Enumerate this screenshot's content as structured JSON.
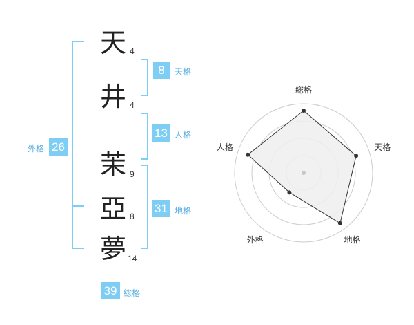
{
  "name": {
    "chars": [
      "天",
      "井",
      "茉",
      "亞",
      "夢"
    ],
    "strokes": [
      "4",
      "4",
      "9",
      "8",
      "14"
    ]
  },
  "kaku": {
    "tenkaku": {
      "value": "8",
      "label": "天格"
    },
    "jinkaku": {
      "value": "13",
      "label": "人格"
    },
    "chikaku": {
      "value": "31",
      "label": "地格"
    },
    "gaikaku": {
      "value": "26",
      "label": "外格"
    },
    "soukaku": {
      "value": "39",
      "label": "総格"
    }
  },
  "chart_data": {
    "type": "radar",
    "axes": [
      "総格",
      "天格",
      "地格",
      "外格",
      "人格"
    ],
    "values": [
      0.9,
      0.8,
      0.9,
      0.35,
      0.85
    ],
    "rings": 4,
    "colors": {
      "fill": "#eeeeee",
      "stroke": "#333333",
      "ring": "#cccccc",
      "center": "#c7c7c7"
    }
  },
  "colors": {
    "accent": "#7dcdf4",
    "label": "#5aaee0"
  }
}
